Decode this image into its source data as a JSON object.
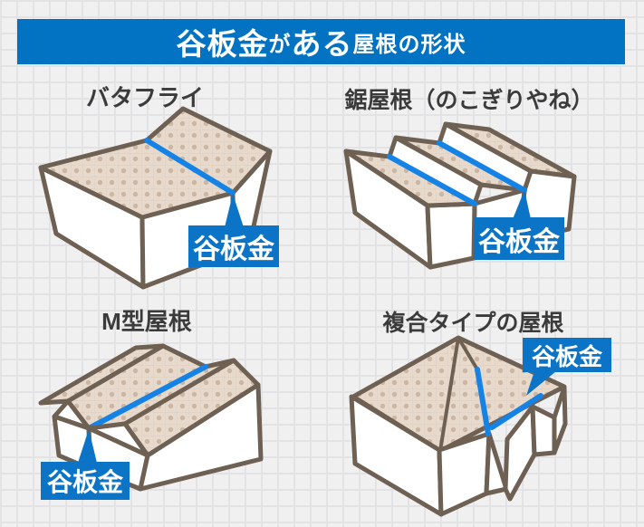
{
  "header": {
    "segments": [
      {
        "text": "谷板金",
        "size": "large"
      },
      {
        "text": "が",
        "size": "small"
      },
      {
        "text": "ある",
        "size": "large"
      },
      {
        "text": "屋根の形状",
        "size": "small"
      }
    ]
  },
  "figures": {
    "butterfly": {
      "title": "バタフライ",
      "callout_label": "谷板金"
    },
    "sawtooth": {
      "title": "鋸屋根（のこぎりやね）",
      "callout_label": "谷板金"
    },
    "m_type": {
      "title": "M型屋根",
      "callout_label": "谷板金"
    },
    "complex": {
      "title": "複合タイプの屋根",
      "callout_label": "谷板金"
    }
  },
  "colors": {
    "banner_blue": "#0272c2",
    "callout_blue": "#0b74c6",
    "valley_line_blue": "#1583e6",
    "outline_brown": "#6e6053",
    "roof_fill": "#e7dacc",
    "roof_dot": "#cbb7a3",
    "title_text": "#3b3b3b",
    "background_gray": "#f0f0f1"
  }
}
